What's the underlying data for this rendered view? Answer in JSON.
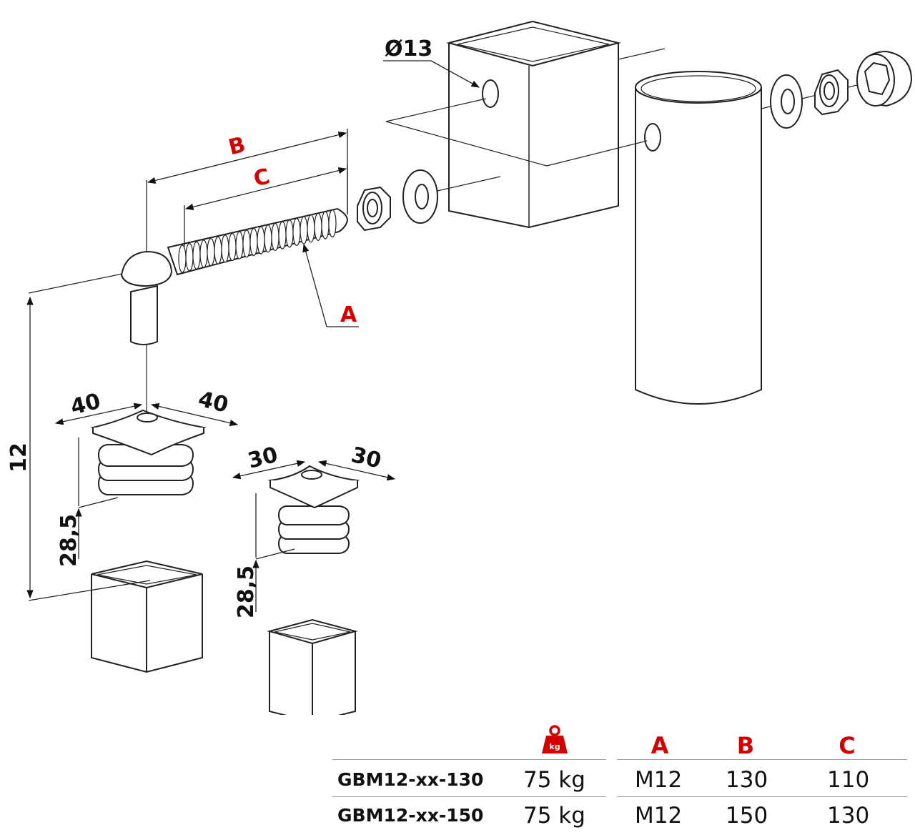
{
  "labels": {
    "hole_diameter": "Ø13",
    "a": "A",
    "b": "B",
    "c": "C",
    "height": "12",
    "plate_large_w1": "40",
    "plate_large_w2": "40",
    "plate_small_w1": "30",
    "plate_small_w2": "30",
    "depth_large": "28,5",
    "depth_small": "28,5"
  },
  "weight_icon": {
    "text": "kg",
    "icon": "weight-icon",
    "color": "#d40000"
  },
  "table": {
    "headers": [
      "A",
      "B",
      "C"
    ],
    "header_color": "#d40000",
    "rows": [
      {
        "code": "GBM12-xx-130",
        "load": "75 kg",
        "a": "M12",
        "b": "130",
        "c": "110"
      },
      {
        "code": "GBM12-xx-150",
        "load": "75 kg",
        "a": "M12",
        "b": "150",
        "c": "130"
      }
    ]
  }
}
